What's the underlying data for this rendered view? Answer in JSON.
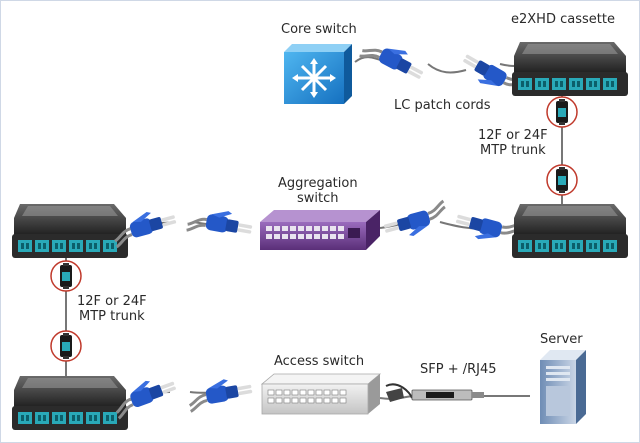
{
  "labels": {
    "core_switch": "Core switch",
    "cassette": "e2XHD cassette",
    "lc_patch_cords": "LC patch cords",
    "trunk_right_line1": "12F or 24F",
    "trunk_right_line2": "MTP trunk",
    "aggregation_line1": "Aggregation",
    "aggregation_line2": "switch",
    "trunk_left_line1": "12F or 24F",
    "trunk_left_line2": "MTP trunk",
    "access_switch": "Access switch",
    "sfp": "SFP + /RJ45",
    "server": "Server"
  },
  "colors": {
    "core_switch_blue": "#1f8fd8",
    "aggregation_switch_purple": "#6d3f8e",
    "access_switch_grey": "#d8d8d8",
    "cassette_dark": "#2b2b2b",
    "port_teal": "#29a9b8",
    "lc_connector_blue": "#2458c8",
    "mtp_ring_red": "#c0392b",
    "cable_grey": "#777777"
  }
}
